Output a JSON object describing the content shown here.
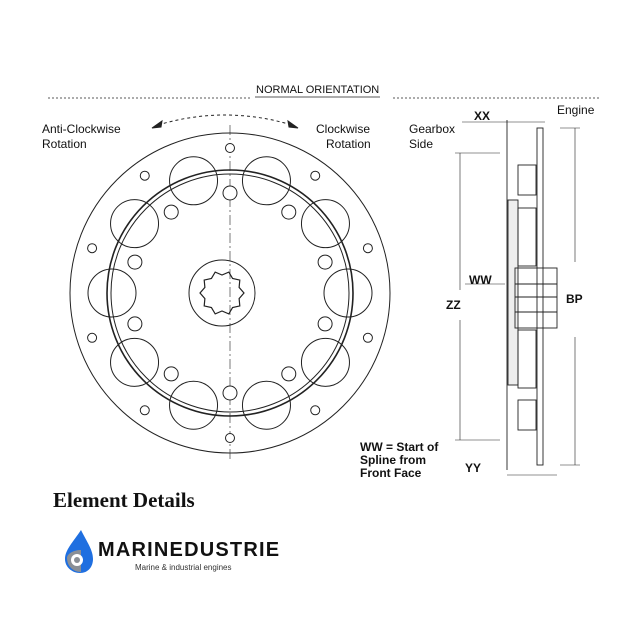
{
  "drawing": {
    "orientation_label": "NORMAL ORIENTATION",
    "anti_clockwise": [
      "Anti-Clockwise",
      "Rotation"
    ],
    "clockwise": [
      "Clockwise",
      "Rotation"
    ],
    "gearbox_side": [
      "Gearbox",
      "Side"
    ],
    "engine": "Engine",
    "dimensions": {
      "xx": "XX",
      "ww": "WW",
      "zz": "ZZ",
      "bp": "BP",
      "yy": "YY"
    },
    "ww_note": [
      "WW = Start of",
      "Spline from",
      "Front Face"
    ]
  },
  "section_title": "Element Details",
  "brand": {
    "name": "MARINEDUSTRIE",
    "tagline": "Marine & industrial engines",
    "colors": {
      "blue": "#1f6fe0",
      "grey": "#8a8f96"
    }
  }
}
